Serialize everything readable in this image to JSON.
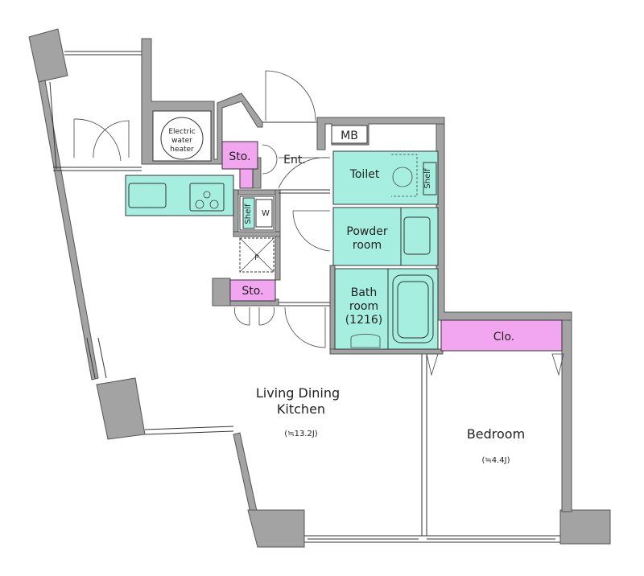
{
  "labels": {
    "electric_water_heater": [
      "Electric",
      "water",
      "heater"
    ],
    "storage_top": "Sto.",
    "entrance": "Ent.",
    "meter_box": "MB",
    "toilet": "Toilet",
    "shelf_toilet": "Shelf",
    "shelf_laundry": "Shelf",
    "washer": "W",
    "powder_room": [
      "Powder",
      "room"
    ],
    "bath_room": [
      "Bath",
      "room",
      "(1216)"
    ],
    "storage_bottom": "Sto.",
    "closet": "Clo.",
    "ldk": [
      "Living Dining",
      "Kitchen"
    ],
    "ldk_size": "(≒13.2J)",
    "bedroom": "Bedroom",
    "bedroom_size": "(≒4.4J)",
    "ps": "P"
  },
  "colors": {
    "wet_area": "#a6efe0",
    "storage": "#f2a6f0",
    "wall": "#a3a3a3"
  }
}
